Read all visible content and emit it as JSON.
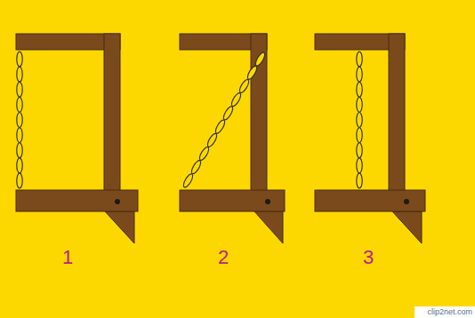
{
  "diagram": {
    "labels": [
      "1",
      "2",
      "3",
      "clip2net.com"
    ]
  }
}
